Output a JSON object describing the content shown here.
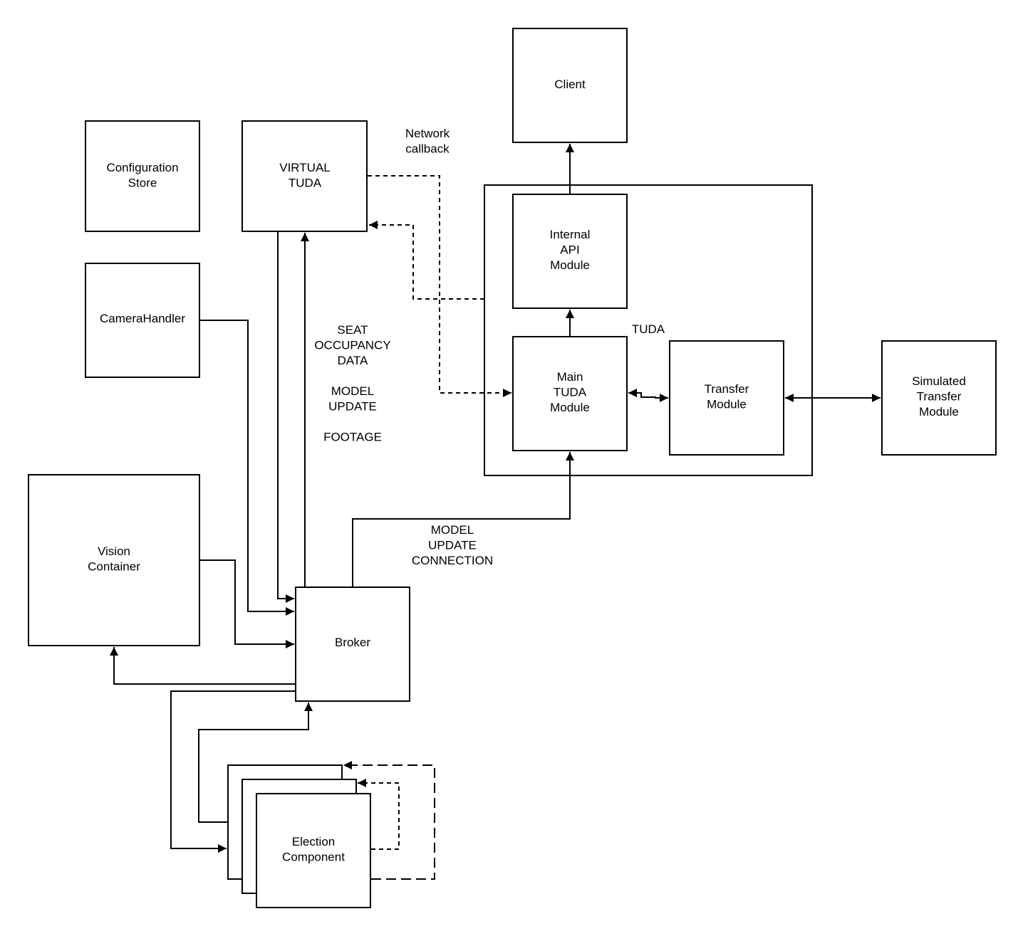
{
  "nodes": {
    "client": [
      "Client"
    ],
    "configuration_store": [
      "Configuration",
      "Store"
    ],
    "virtual_tuda": [
      "VIRTUAL",
      "TUDA"
    ],
    "camera_handler": [
      "CameraHandler"
    ],
    "internal_api_module": [
      "Internal",
      "API",
      "Module"
    ],
    "main_tuda_module": [
      "Main",
      "TUDA",
      "Module"
    ],
    "transfer_module": [
      "Transfer",
      "Module"
    ],
    "simulated_transfer_module": [
      "Simulated",
      "Transfer",
      "Module"
    ],
    "vision_container": [
      "Vision",
      "Container"
    ],
    "broker": [
      "Broker"
    ],
    "election_component": [
      "Election",
      "Component"
    ]
  },
  "labels": {
    "network_callback": [
      "Network",
      "callback"
    ],
    "tuda": [
      "TUDA"
    ],
    "broker_virtual_tuda": [
      "SEAT",
      "OCCUPANCY",
      "DATA",
      "",
      "MODEL",
      "UPDATE",
      "",
      "FOOTAGE"
    ],
    "model_update_connection": [
      "MODEL",
      "UPDATE",
      "CONNECTION"
    ]
  }
}
